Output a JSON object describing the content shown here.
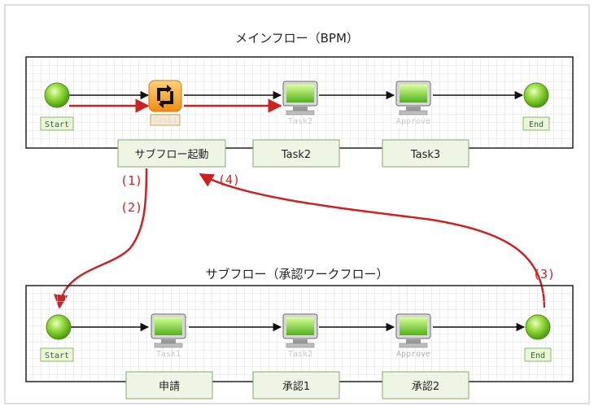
{
  "main_flow": {
    "title": "メインフロー（BPM）",
    "nodes": {
      "start": "Start",
      "task1": "Task1",
      "task2": "Task2",
      "approve": "Approve",
      "end": "End"
    },
    "boxes": [
      "サブフロー起動",
      "Task2",
      "Task3"
    ]
  },
  "sub_flow": {
    "title": "サブフロー（承認ワークフロー）",
    "nodes": {
      "start": "Start",
      "task1": "Task1",
      "task2": "Task2",
      "approve": "Approve",
      "end": "End"
    },
    "boxes": [
      "申請",
      "承認1",
      "承認2"
    ]
  },
  "annotations": {
    "step1": "(1)",
    "step2": "(2)",
    "step3": "(3)",
    "step4": "(4)"
  },
  "colors": {
    "flow_red": "#cc2222",
    "node_green": "#6fc21e",
    "box_bg": "#eef5e4",
    "box_border": "#8aa86a",
    "task_orange": "#f5a623"
  }
}
